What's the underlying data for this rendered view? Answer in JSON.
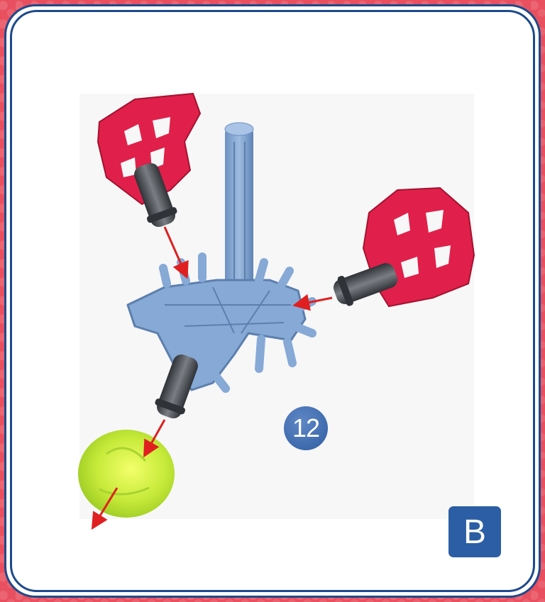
{
  "step": {
    "number": "12"
  },
  "section": {
    "letter": "B"
  },
  "colors": {
    "background": "#e8505f",
    "frame_border": "#1d4a8c",
    "badge": "#2b5ea4",
    "connector_red": "#e0204a",
    "rod_blue": "#7fa3cf",
    "pin_gray": "#4a4d52",
    "ball_green": "#c7ec3a",
    "arrow_red": "#e02020"
  },
  "icons": {
    "step_marker": "circle-badge",
    "section_marker": "square-badge"
  }
}
